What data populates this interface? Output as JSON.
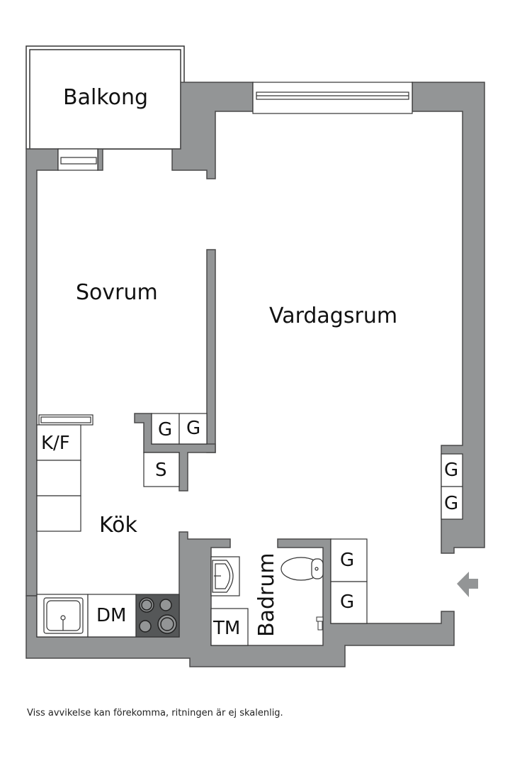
{
  "colors": {
    "wall": "#939596",
    "wall_stroke": "#4a4a4a",
    "stove": "#555758",
    "background": "#ffffff"
  },
  "rooms": {
    "balkong": "Balkong",
    "sovrum": "Sovrum",
    "vardagsrum": "Vardagsrum",
    "kok": "Kök",
    "badrum": "Badrum"
  },
  "fixtures": {
    "kf": "K/F",
    "g1": "G",
    "g2": "G",
    "s": "S",
    "g3": "G",
    "g4": "G",
    "dm": "DM",
    "tm": "TM",
    "g5": "G",
    "g6": "G"
  },
  "icons": {
    "entrance": "entrance-arrow-icon",
    "sink": "kitchen-sink-icon",
    "stove": "stove-icon",
    "washbasin": "washbasin-icon",
    "toilet": "toilet-icon",
    "shower": "shower-icon"
  },
  "footer": {
    "disclaimer": "Viss avvikelse kan förekomma, ritningen är ej skalenlig."
  }
}
